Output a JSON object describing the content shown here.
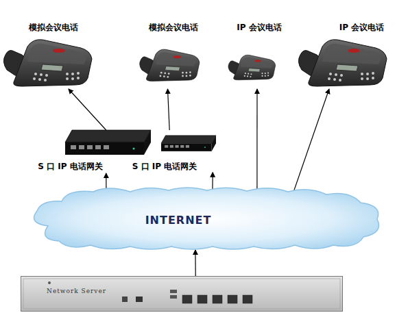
{
  "diagram": {
    "nodes": [
      {
        "text": [
          "模拟会议电话"
        ]
      },
      {
        "text": [
          "模拟会议电话"
        ]
      },
      {
        "text": [
          "IP 会议电话"
        ]
      },
      {
        "text": [
          "IP 会议电话"
        ]
      },
      {
        "text": [
          "S 口 IP 电话网关"
        ]
      },
      {
        "text": [
          "S 口 IP 电话网关"
        ]
      },
      {
        "text": [
          "INTERNET"
        ]
      },
      {
        "text": [
          "Network Server"
        ]
      }
    ],
    "edges": [
      {
        "from": 4,
        "to": 0,
        "arrow": "to"
      },
      {
        "from": 5,
        "to": 1,
        "arrow": "to"
      },
      {
        "from": 6,
        "to": 4,
        "arrow": "to"
      },
      {
        "from": 6,
        "to": 5,
        "arrow": "to"
      },
      {
        "from": 6,
        "to": 2,
        "arrow": "to"
      },
      {
        "from": 6,
        "to": 3,
        "arrow": "to"
      },
      {
        "from": 7,
        "to": 6,
        "arrow": "to"
      }
    ]
  }
}
